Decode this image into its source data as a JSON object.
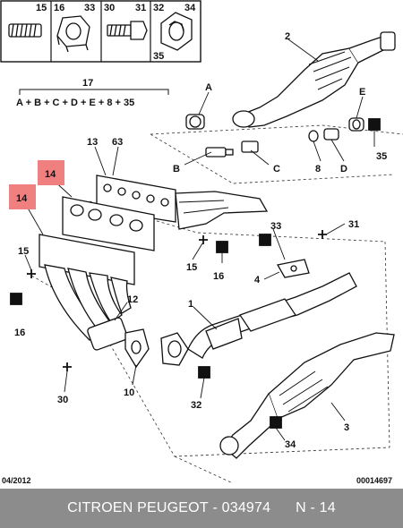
{
  "legend": {
    "fasteners": [
      {
        "number": "15",
        "icon": "bolt-icon"
      },
      {
        "number": "16",
        "icon": "flange-nut-icon"
      },
      {
        "number": "33",
        "icon": "flange-nut-icon"
      },
      {
        "number": "30",
        "icon": "hex-bolt-icon"
      },
      {
        "number": "31",
        "icon": "hex-bolt-icon"
      },
      {
        "number": "32",
        "icon": "lock-nut-icon"
      },
      {
        "number": "34",
        "icon": "lock-nut-icon"
      },
      {
        "number": "35",
        "icon": "lock-nut-icon"
      }
    ],
    "kit_number": "17",
    "kit_formula": "A + B + C + D + E + 8 + 35"
  },
  "labels": {
    "l2": "2",
    "lA": "A",
    "lE": "E",
    "l13": "13",
    "l63": "63",
    "lB": "B",
    "lC": "C",
    "l8": "8",
    "lD": "D",
    "l35": "35",
    "l14a": "14",
    "l14b": "14",
    "l33": "33",
    "l31": "31",
    "l15a": "15",
    "l16a": "16",
    "l15b": "15",
    "l16b": "16",
    "l4": "4",
    "l12": "12",
    "l1": "1",
    "l10": "10",
    "l30": "30",
    "l32": "32",
    "l3": "3",
    "l34": "34"
  },
  "highlight_color": "#f08080",
  "date": "04/2012",
  "code": "00014697",
  "footer": {
    "brand": "CITROEN PEUGEOT",
    "part_number": "034974",
    "ref": "N - 14"
  }
}
